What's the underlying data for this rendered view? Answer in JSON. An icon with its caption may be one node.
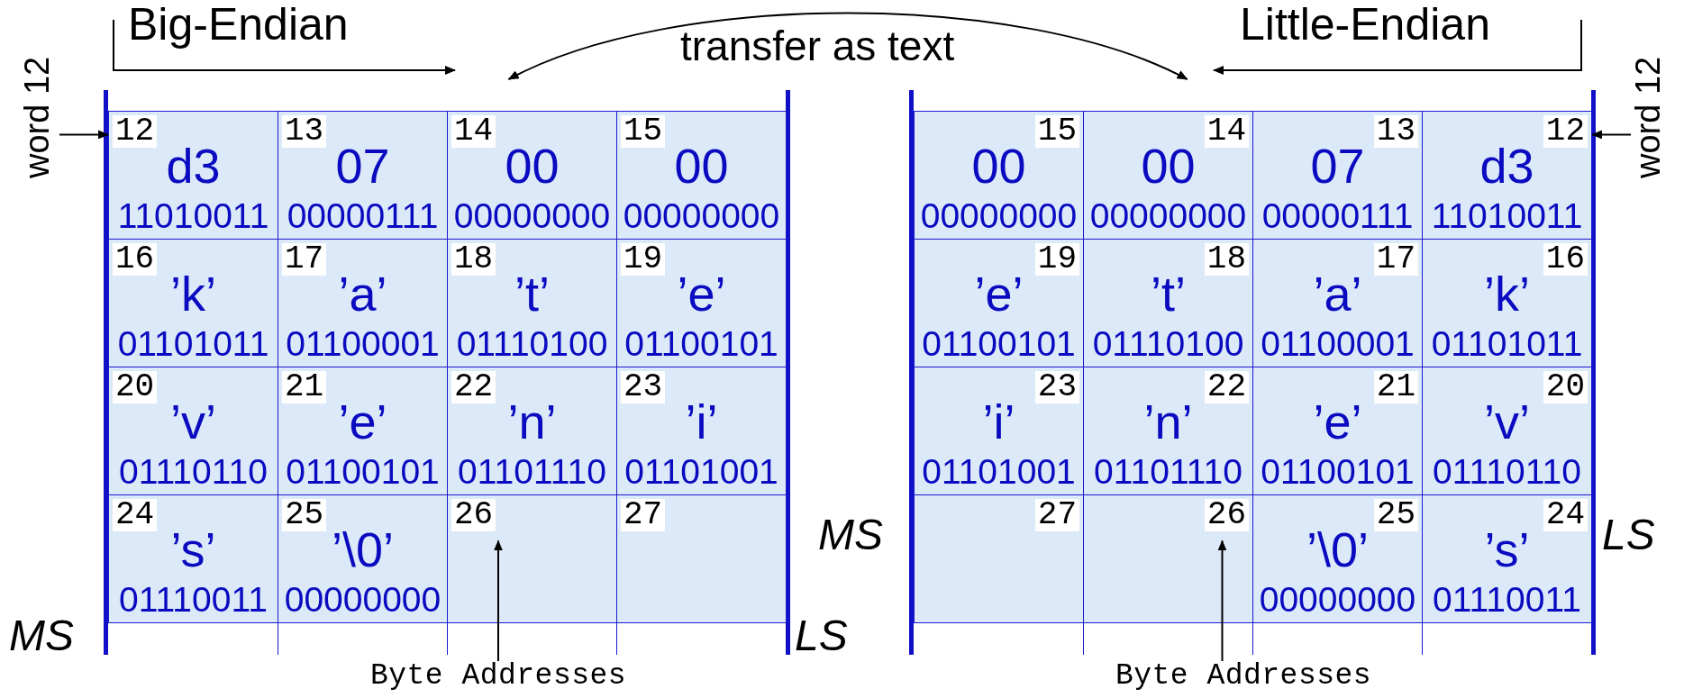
{
  "diagram": {
    "nodes": [
      {
        "text": [],
        "shape": "box"
      },
      {
        "text": [
          "12",
          "d3",
          "11010011"
        ],
        "in": 0
      },
      {
        "text": [
          "13",
          "07",
          "00000111"
        ],
        "in": 0
      },
      {
        "text": [
          "14",
          "00",
          "00000000"
        ],
        "in": 0
      },
      {
        "text": [
          "15",
          "00",
          "00000000"
        ],
        "in": 0
      },
      {
        "text": [
          "16",
          "’k’",
          "01101011"
        ],
        "in": 0
      },
      {
        "text": [
          "17",
          "’a’",
          "01100001"
        ],
        "in": 0
      },
      {
        "text": [
          "18",
          "’t’",
          "01110100"
        ],
        "in": 0
      },
      {
        "text": [
          "19",
          "’e’",
          "01100101"
        ],
        "in": 0
      },
      {
        "text": [
          "20",
          "’v’",
          "01110110"
        ],
        "in": 0
      },
      {
        "text": [
          "21",
          "’e’",
          "01100101"
        ],
        "in": 0
      },
      {
        "text": [
          "22",
          "’n’",
          "01101110"
        ],
        "in": 0
      },
      {
        "text": [
          "23",
          "’i’",
          "01101001"
        ],
        "in": 0
      },
      {
        "text": [
          "24",
          "’s’",
          "01110011"
        ],
        "in": 0
      },
      {
        "text": [
          "25",
          "’\\0’",
          "00000000"
        ],
        "in": 0
      },
      {
        "text": [
          "26"
        ],
        "in": 0
      },
      {
        "text": [
          "27"
        ],
        "in": 0
      },
      {
        "text": [],
        "shape": "box"
      },
      {
        "text": [
          "15",
          "00",
          "00000000"
        ],
        "in": 17
      },
      {
        "text": [
          "14",
          "00",
          "00000000"
        ],
        "in": 17
      },
      {
        "text": [
          "13",
          "07",
          "00000111"
        ],
        "in": 17
      },
      {
        "text": [
          "12",
          "d3",
          "11010011"
        ],
        "in": 17
      },
      {
        "text": [
          "19",
          "’e’",
          "01100101"
        ],
        "in": 17
      },
      {
        "text": [
          "18",
          "’t’",
          "01110100"
        ],
        "in": 17
      },
      {
        "text": [
          "17",
          "’a’",
          "01100001"
        ],
        "in": 17
      },
      {
        "text": [
          "16",
          "’k’",
          "01101011"
        ],
        "in": 17
      },
      {
        "text": [
          "23",
          "’i’",
          "01101001"
        ],
        "in": 17
      },
      {
        "text": [
          "22",
          "’n’",
          "01101110"
        ],
        "in": 17
      },
      {
        "text": [
          "21",
          "’e’",
          "01100101"
        ],
        "in": 17
      },
      {
        "text": [
          "20",
          "’v’",
          "01110110"
        ],
        "in": 17
      },
      {
        "text": [
          "27"
        ],
        "in": 17
      },
      {
        "text": [
          "26"
        ],
        "in": 17
      },
      {
        "text": [
          "25",
          "’\\0’",
          "00000000"
        ],
        "in": 17
      },
      {
        "text": [
          "24",
          "’s’",
          "01110011"
        ],
        "in": 17
      },
      {
        "text": [
          "word 12"
        ]
      },
      {
        "text": [
          "word 12"
        ]
      },
      {
        "text": [
          "Byte Addresses"
        ]
      },
      {
        "text": [
          "Byte Addresses"
        ]
      }
    ],
    "edges": [
      {
        "from": 0,
        "to": 17,
        "arrow": "both",
        "label": "transfer as text"
      },
      {
        "from": 34,
        "to": 1,
        "arrow": "to"
      },
      {
        "from": 35,
        "to": 21,
        "arrow": "to"
      },
      {
        "from": 36,
        "to": 15,
        "arrow": "to"
      },
      {
        "from": 37,
        "to": 31,
        "arrow": "to"
      }
    ],
    "labels": [
      "Big-Endian",
      "Little-Endian",
      "MS",
      "LS",
      "MS",
      "LS"
    ]
  }
}
